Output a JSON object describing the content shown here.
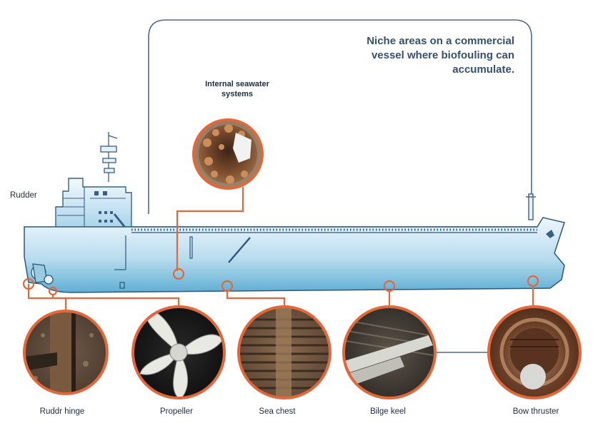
{
  "title": {
    "lines": [
      "Niche areas on a commercial",
      "vessel where biofouling can",
      "accumulate."
    ]
  },
  "labels": {
    "internal_line1": "Internal seawater",
    "internal_line2": "systems",
    "rudder": "Rudder",
    "rudder_hinge": "Ruddr hinge",
    "propeller": "Propeller",
    "sea_chest": "Sea chest",
    "bilge_keel": "Bilge keel",
    "bow_thruster": "Bow thruster"
  },
  "colors": {
    "accent": "#e2673a",
    "hull_top": "#eaf5fb",
    "hull_bottom": "#6fb7d8",
    "outline": "#3a5f82",
    "bracket": "#4e6a86",
    "title": "#35506d"
  }
}
